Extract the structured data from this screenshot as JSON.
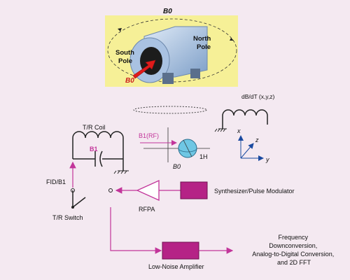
{
  "colors": {
    "background": "#f4e9f1",
    "magnet_panel": "#f6f097",
    "magnet_body": "#b9d0ea",
    "b0_label": "#cc1e1e",
    "arrow": "#e01b1b",
    "signal_path": "#c2359a",
    "block_fill": "#b52386",
    "proton_sphere": "#6fc7e4",
    "rf_label": "#c2359a"
  },
  "magnet": {
    "b0_top": "B0",
    "north_pole": [
      "North",
      "Pole"
    ],
    "south_pole": [
      "South",
      "Pole"
    ],
    "b0_arrow_label": "B0"
  },
  "gradient": {
    "label": "dB/dT (x,y,z)",
    "axis_x": "x",
    "axis_y": "y",
    "axis_z": "z"
  },
  "spin": {
    "b1_label": "B1(RF)",
    "b0_label": "B0",
    "proton_label": "1H"
  },
  "coil": {
    "label": "T/R Coil",
    "b1": "B1",
    "fid": "FID/B1"
  },
  "switch": {
    "label": "T/R Switch"
  },
  "rfpa": {
    "label": "RFPA"
  },
  "synth": {
    "label": "Synthesizer/Pulse Modulator"
  },
  "lna": {
    "label": "Low-Noise Amplifier"
  },
  "output": {
    "lines": [
      "Frequency",
      "Downconversion,",
      "Analog-to-Digital Conversion,",
      "and 2D FFT"
    ]
  }
}
